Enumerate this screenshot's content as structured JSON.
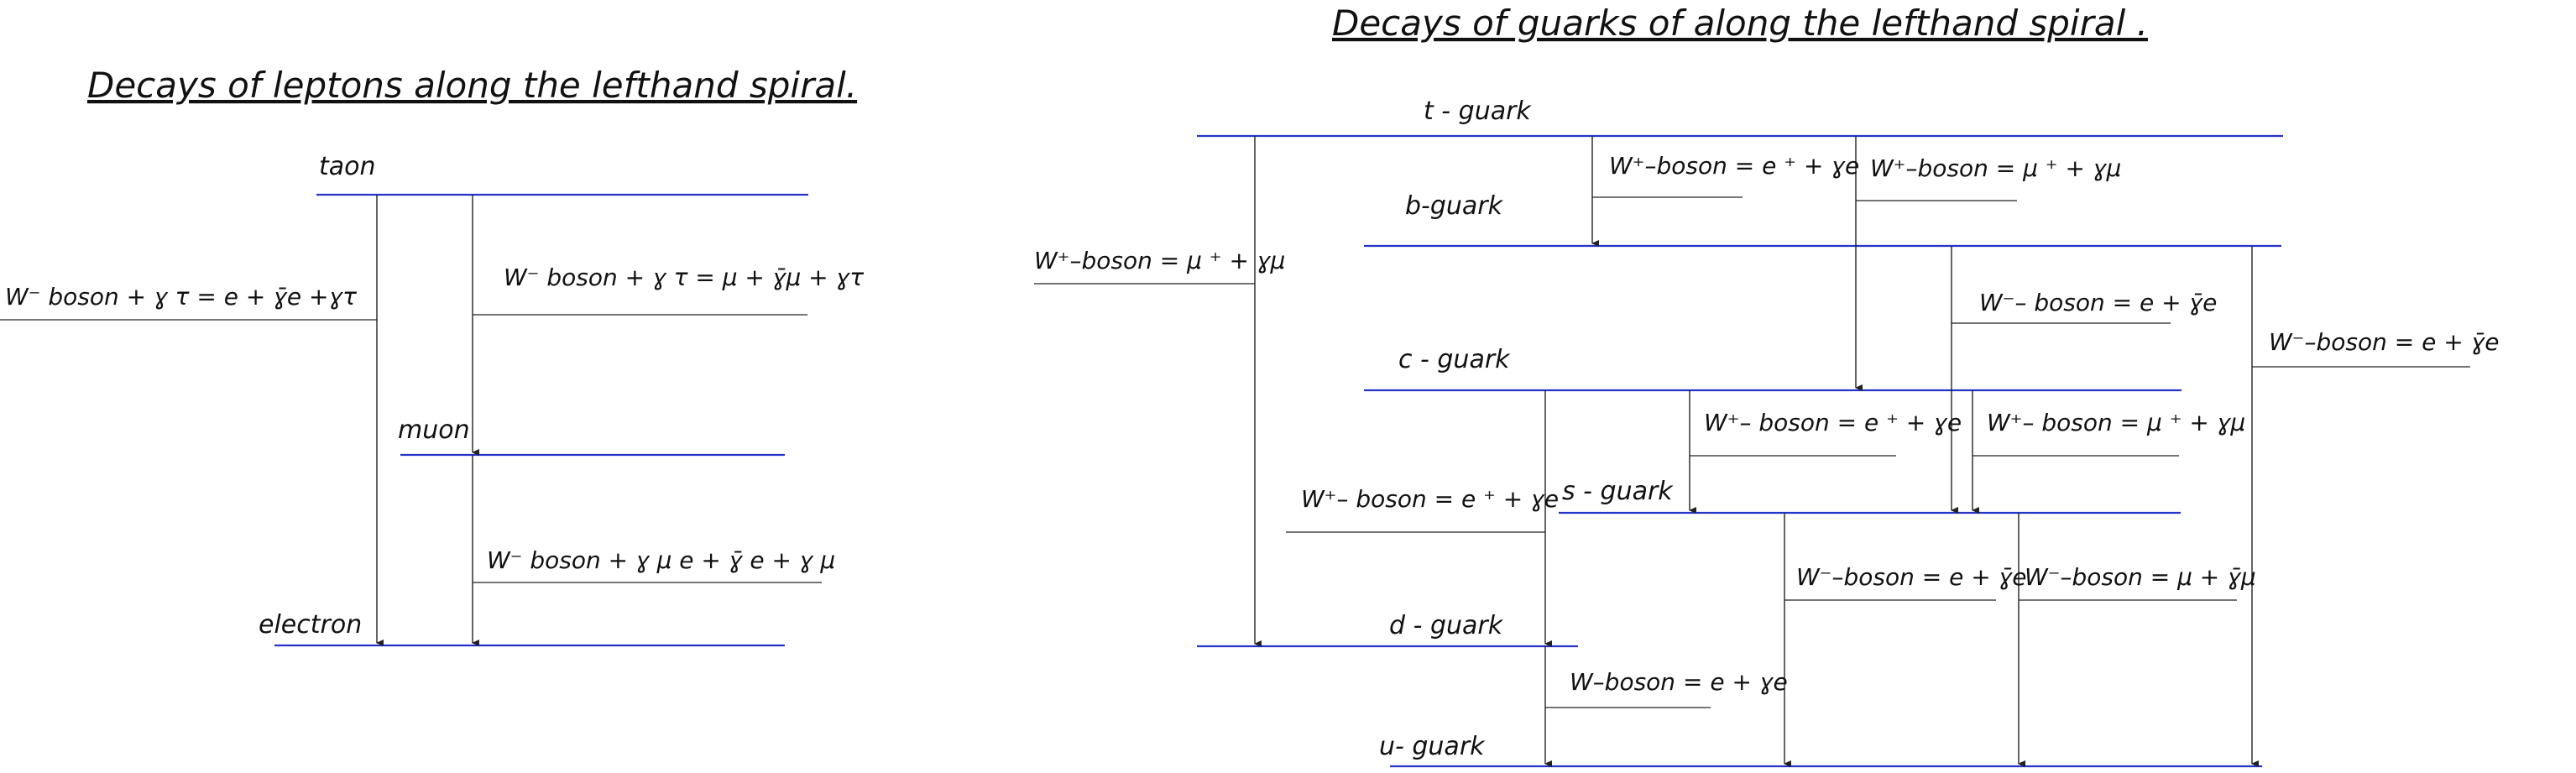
{
  "lepton_panel": {
    "title": "Decays of leptons along the lefthand spiral.",
    "levels": {
      "taon": "taon",
      "muon": "muon",
      "electron": "electron"
    },
    "decays": {
      "taon_to_electron": "W⁻ boson + ɣ τ = e + ɣ̄e +ɣτ",
      "taon_to_muon": "W⁻ boson + ɣ τ = μ + ɣ̄μ + ɣτ",
      "muon_to_electron": "W⁻ boson + ɣ μ e + ɣ̄ e + ɣ μ"
    }
  },
  "quark_panel": {
    "title": "Decays of guarks of along the lefthand spiral .",
    "levels": {
      "t": "t - guark",
      "b": "b-guark",
      "c": "c - guark",
      "s": "s - guark",
      "d": "d - guark",
      "u": "u- guark"
    },
    "decays": {
      "t_to_d": "W⁺–boson = μ ⁺ + ɣμ",
      "t_to_b": "W⁺–boson = e ⁺ + ɣe",
      "t_to_c": "W⁺–boson = μ ⁺ + ɣμ",
      "b_to_s": "W⁻– boson = e + ɣ̄e",
      "b_to_u": "W⁻–boson = e + ɣ̄e",
      "c_to_d": "W⁺– boson = e ⁺ + ɣe",
      "c_to_s_e": "W⁺– boson = e ⁺ + ɣe",
      "c_to_s_mu": "W⁺– boson = μ ⁺ + ɣμ",
      "s_to_u_e": "W⁻–boson = e + ɣ̄e",
      "s_to_u_mu": "W⁻–boson = μ + ɣ̄μ",
      "d_to_u": "W–boson = e + ɣe"
    }
  },
  "colors": {
    "level_line": "#2433c8",
    "arrow_line": "#222222",
    "text": "#111111"
  }
}
